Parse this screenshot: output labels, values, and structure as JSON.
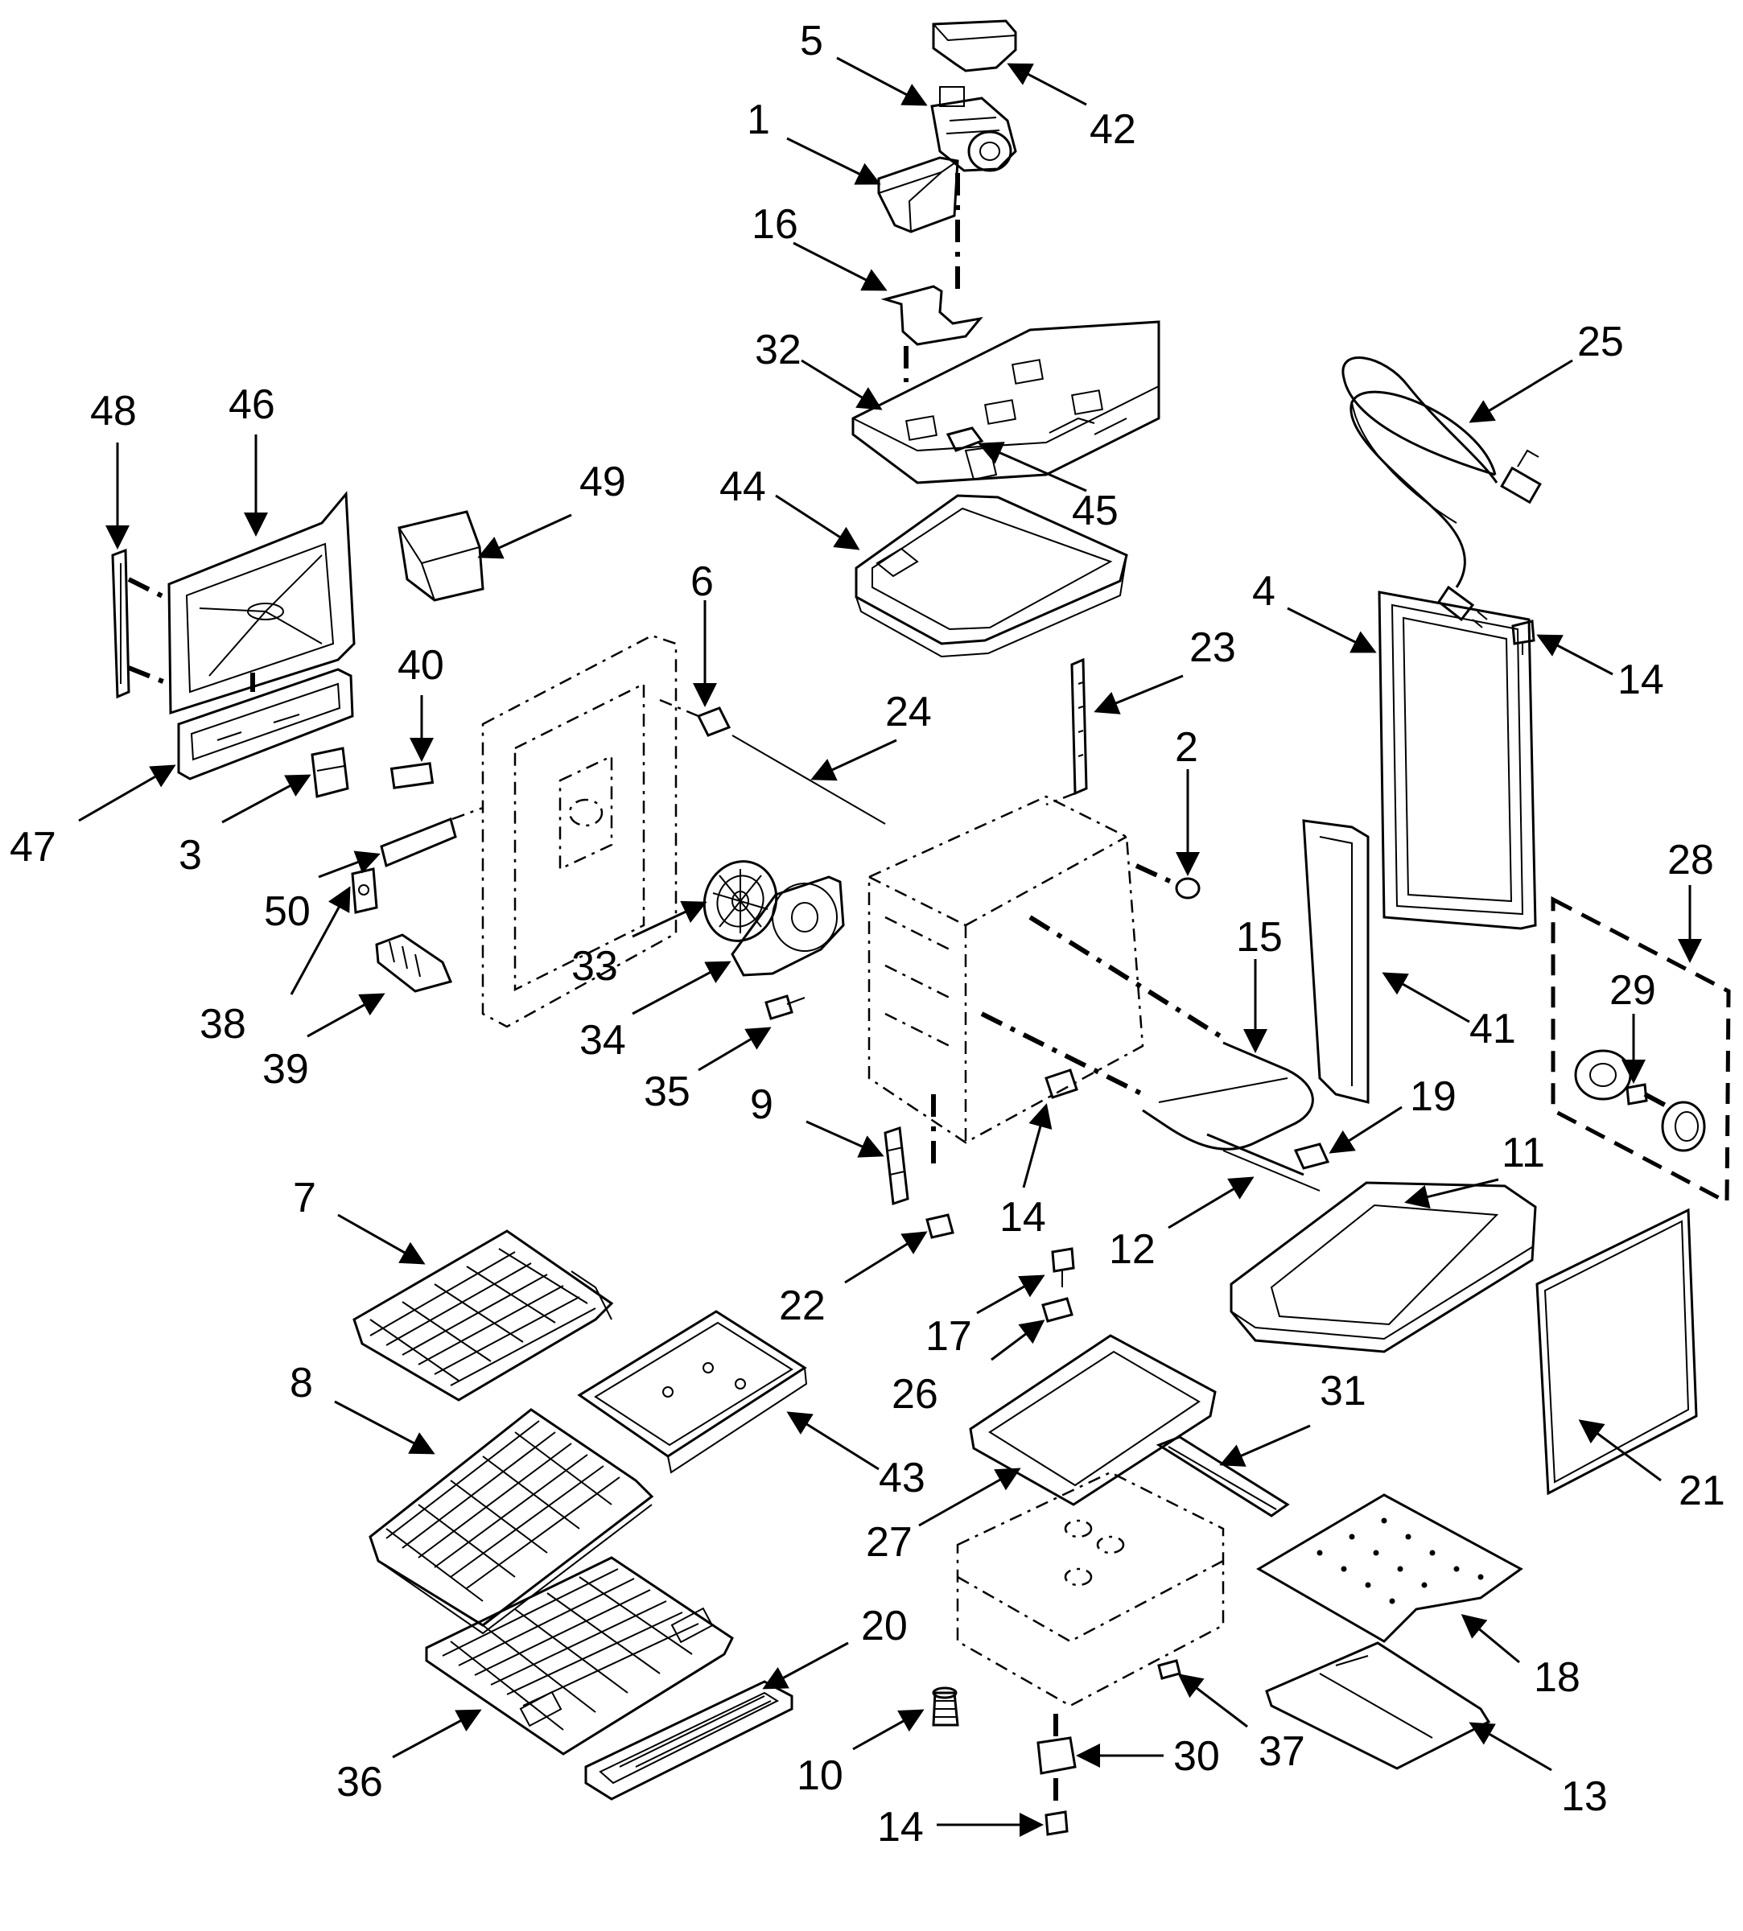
{
  "diagram": {
    "parts": [
      "1",
      "2",
      "3",
      "4",
      "5",
      "6",
      "7",
      "8",
      "9",
      "10",
      "11",
      "12",
      "13",
      "14",
      "15",
      "16",
      "17",
      "18",
      "19",
      "20",
      "21",
      "22",
      "23",
      "24",
      "25",
      "26",
      "27",
      "28",
      "29",
      "30",
      "31",
      "32",
      "33",
      "34",
      "35",
      "36",
      "37",
      "38",
      "39",
      "40",
      "41",
      "42",
      "43",
      "44",
      "45",
      "46",
      "47",
      "48",
      "49",
      "50"
    ],
    "callouts": [
      {
        "id": "c5",
        "label": "5"
      },
      {
        "id": "c42",
        "label": "42"
      },
      {
        "id": "c1",
        "label": "1"
      },
      {
        "id": "c16",
        "label": "16"
      },
      {
        "id": "c32",
        "label": "32"
      },
      {
        "id": "c45",
        "label": "45"
      },
      {
        "id": "c44",
        "label": "44"
      },
      {
        "id": "c25",
        "label": "25"
      },
      {
        "id": "c48",
        "label": "48"
      },
      {
        "id": "c46",
        "label": "46"
      },
      {
        "id": "c49",
        "label": "49"
      },
      {
        "id": "c6",
        "label": "6"
      },
      {
        "id": "c24",
        "label": "24"
      },
      {
        "id": "c23",
        "label": "23"
      },
      {
        "id": "c4",
        "label": "4"
      },
      {
        "id": "c14a",
        "label": "14"
      },
      {
        "id": "c40",
        "label": "40"
      },
      {
        "id": "c47",
        "label": "47"
      },
      {
        "id": "c3",
        "label": "3"
      },
      {
        "id": "c50",
        "label": "50"
      },
      {
        "id": "c2",
        "label": "2"
      },
      {
        "id": "c28",
        "label": "28"
      },
      {
        "id": "c15",
        "label": "15"
      },
      {
        "id": "c29",
        "label": "29"
      },
      {
        "id": "c33",
        "label": "33"
      },
      {
        "id": "c38",
        "label": "38"
      },
      {
        "id": "c34",
        "label": "34"
      },
      {
        "id": "c41",
        "label": "41"
      },
      {
        "id": "c39",
        "label": "39"
      },
      {
        "id": "c35",
        "label": "35"
      },
      {
        "id": "c9",
        "label": "9"
      },
      {
        "id": "c19",
        "label": "19"
      },
      {
        "id": "c11",
        "label": "11"
      },
      {
        "id": "c7",
        "label": "7"
      },
      {
        "id": "c14b",
        "label": "14"
      },
      {
        "id": "c12",
        "label": "12"
      },
      {
        "id": "c22",
        "label": "22"
      },
      {
        "id": "c17",
        "label": "17"
      },
      {
        "id": "c26",
        "label": "26"
      },
      {
        "id": "c8",
        "label": "8"
      },
      {
        "id": "c31",
        "label": "31"
      },
      {
        "id": "c43",
        "label": "43"
      },
      {
        "id": "c27",
        "label": "27"
      },
      {
        "id": "c21",
        "label": "21"
      },
      {
        "id": "c20",
        "label": "20"
      },
      {
        "id": "c18",
        "label": "18"
      },
      {
        "id": "c36",
        "label": "36"
      },
      {
        "id": "c10",
        "label": "10"
      },
      {
        "id": "c30",
        "label": "30"
      },
      {
        "id": "c37",
        "label": "37"
      },
      {
        "id": "c14c",
        "label": "14"
      },
      {
        "id": "c13",
        "label": "13"
      }
    ]
  }
}
